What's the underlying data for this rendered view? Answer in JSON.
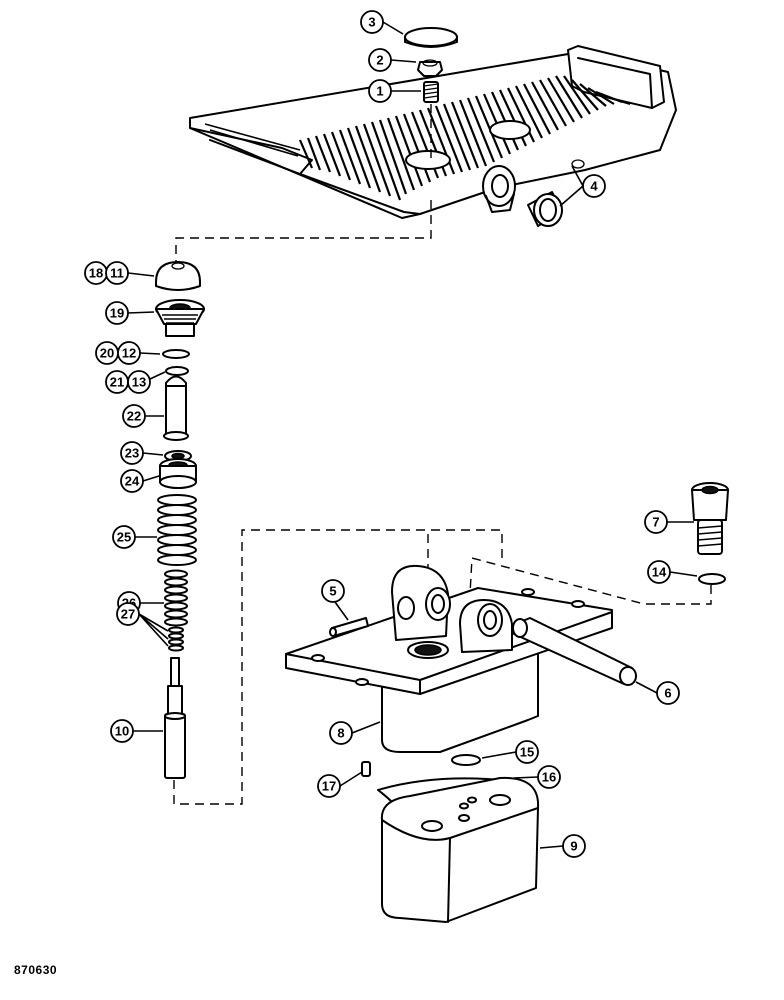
{
  "drawing_number": "870630",
  "callouts": [
    {
      "id": "c3",
      "label": "3"
    },
    {
      "id": "c2",
      "label": "2"
    },
    {
      "id": "c1",
      "label": "1"
    },
    {
      "id": "c4",
      "label": "4"
    },
    {
      "id": "c18",
      "label": "18"
    },
    {
      "id": "c11",
      "label": "11"
    },
    {
      "id": "c19",
      "label": "19"
    },
    {
      "id": "c20",
      "label": "20"
    },
    {
      "id": "c12",
      "label": "12"
    },
    {
      "id": "c21",
      "label": "21"
    },
    {
      "id": "c13",
      "label": "13"
    },
    {
      "id": "c22",
      "label": "22"
    },
    {
      "id": "c23",
      "label": "23"
    },
    {
      "id": "c24",
      "label": "24"
    },
    {
      "id": "c25",
      "label": "25"
    },
    {
      "id": "c26",
      "label": "26"
    },
    {
      "id": "c27",
      "label": "27"
    },
    {
      "id": "c10",
      "label": "10"
    },
    {
      "id": "c7",
      "label": "7"
    },
    {
      "id": "c14",
      "label": "14"
    },
    {
      "id": "c5",
      "label": "5"
    },
    {
      "id": "c6",
      "label": "6"
    },
    {
      "id": "c8",
      "label": "8"
    },
    {
      "id": "c15",
      "label": "15"
    },
    {
      "id": "c16",
      "label": "16"
    },
    {
      "id": "c17",
      "label": "17"
    },
    {
      "id": "c9",
      "label": "9"
    }
  ]
}
